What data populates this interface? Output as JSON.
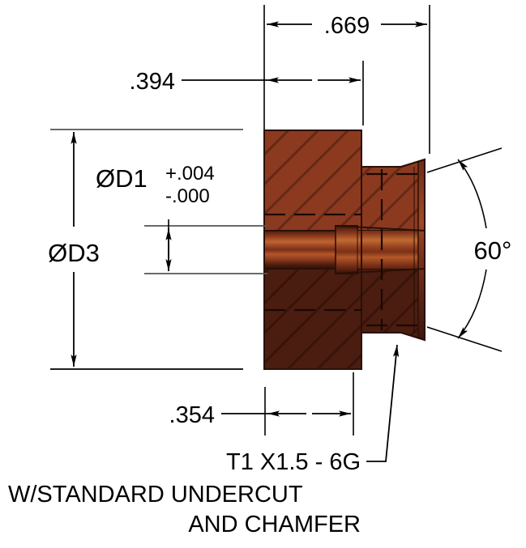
{
  "drawing": {
    "type": "engineering-section-view",
    "title": "",
    "background_color": "#ffffff",
    "line_color": "#000000",
    "part_colors": {
      "body_upper": "#8b3a20",
      "body_lower": "#4a1d10",
      "bore_highlight": "#b8542c",
      "hatch": "#5b2412",
      "edge": "#2a1008"
    }
  },
  "dimensions": {
    "overall_length": {
      "value": ".669",
      "orientation": "horizontal",
      "position": "top"
    },
    "shoulder_length": {
      "value": ".394",
      "orientation": "horizontal",
      "position": "upper"
    },
    "thread_length": {
      "value": ".354",
      "orientation": "horizontal",
      "position": "bottom"
    },
    "bore_diameter": {
      "label": "ØD1",
      "tolerance_upper": "+.004",
      "tolerance_lower": "-.000",
      "orientation": "vertical"
    },
    "outer_diameter": {
      "label": "ØD3",
      "orientation": "vertical"
    },
    "chamfer_angle": {
      "value": "60°",
      "orientation": "angular",
      "position": "right"
    }
  },
  "notes": {
    "leader_note": "T1 X1.5 - 6G",
    "line2": "W/STANDARD UNDERCUT",
    "line3": "AND CHAMFER"
  }
}
